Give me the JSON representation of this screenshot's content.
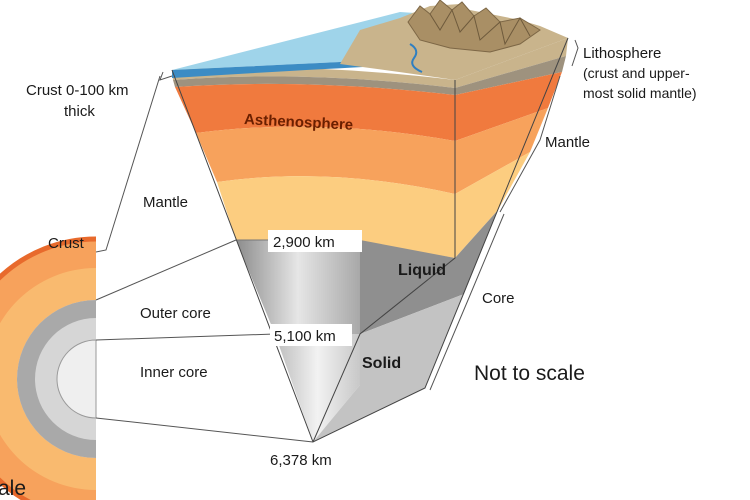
{
  "labels": {
    "crust_thickness_line1": "Crust 0-100 km",
    "crust_thickness_line2": "thick",
    "lithosphere_line1": "Lithosphere",
    "lithosphere_line2": "(crust and upper-",
    "lithosphere_line3": "most solid mantle)",
    "asthenosphere": "Asthenosphere",
    "mantle_right": "Mantle",
    "mantle_left": "Mantle",
    "crust_left": "Crust",
    "outer_core": "Outer core",
    "inner_core": "Inner core",
    "liquid": "Liquid",
    "solid": "Solid",
    "core": "Core",
    "depth_mantle_core": "2,900 km",
    "depth_outer_inner": "5,100 km",
    "depth_center": "6,378 km",
    "not_to_scale": "Not to scale",
    "scale_fragment": "ale"
  },
  "colors": {
    "ocean": "#9fd4ea",
    "crust": "#c9b48c",
    "asthenosphere": "#f07a3e",
    "mantle_upper": "#f7a25c",
    "mantle_lower": "#fccd80",
    "outer_core": "#bfbfbf",
    "inner_core": "#e4e4e4"
  }
}
